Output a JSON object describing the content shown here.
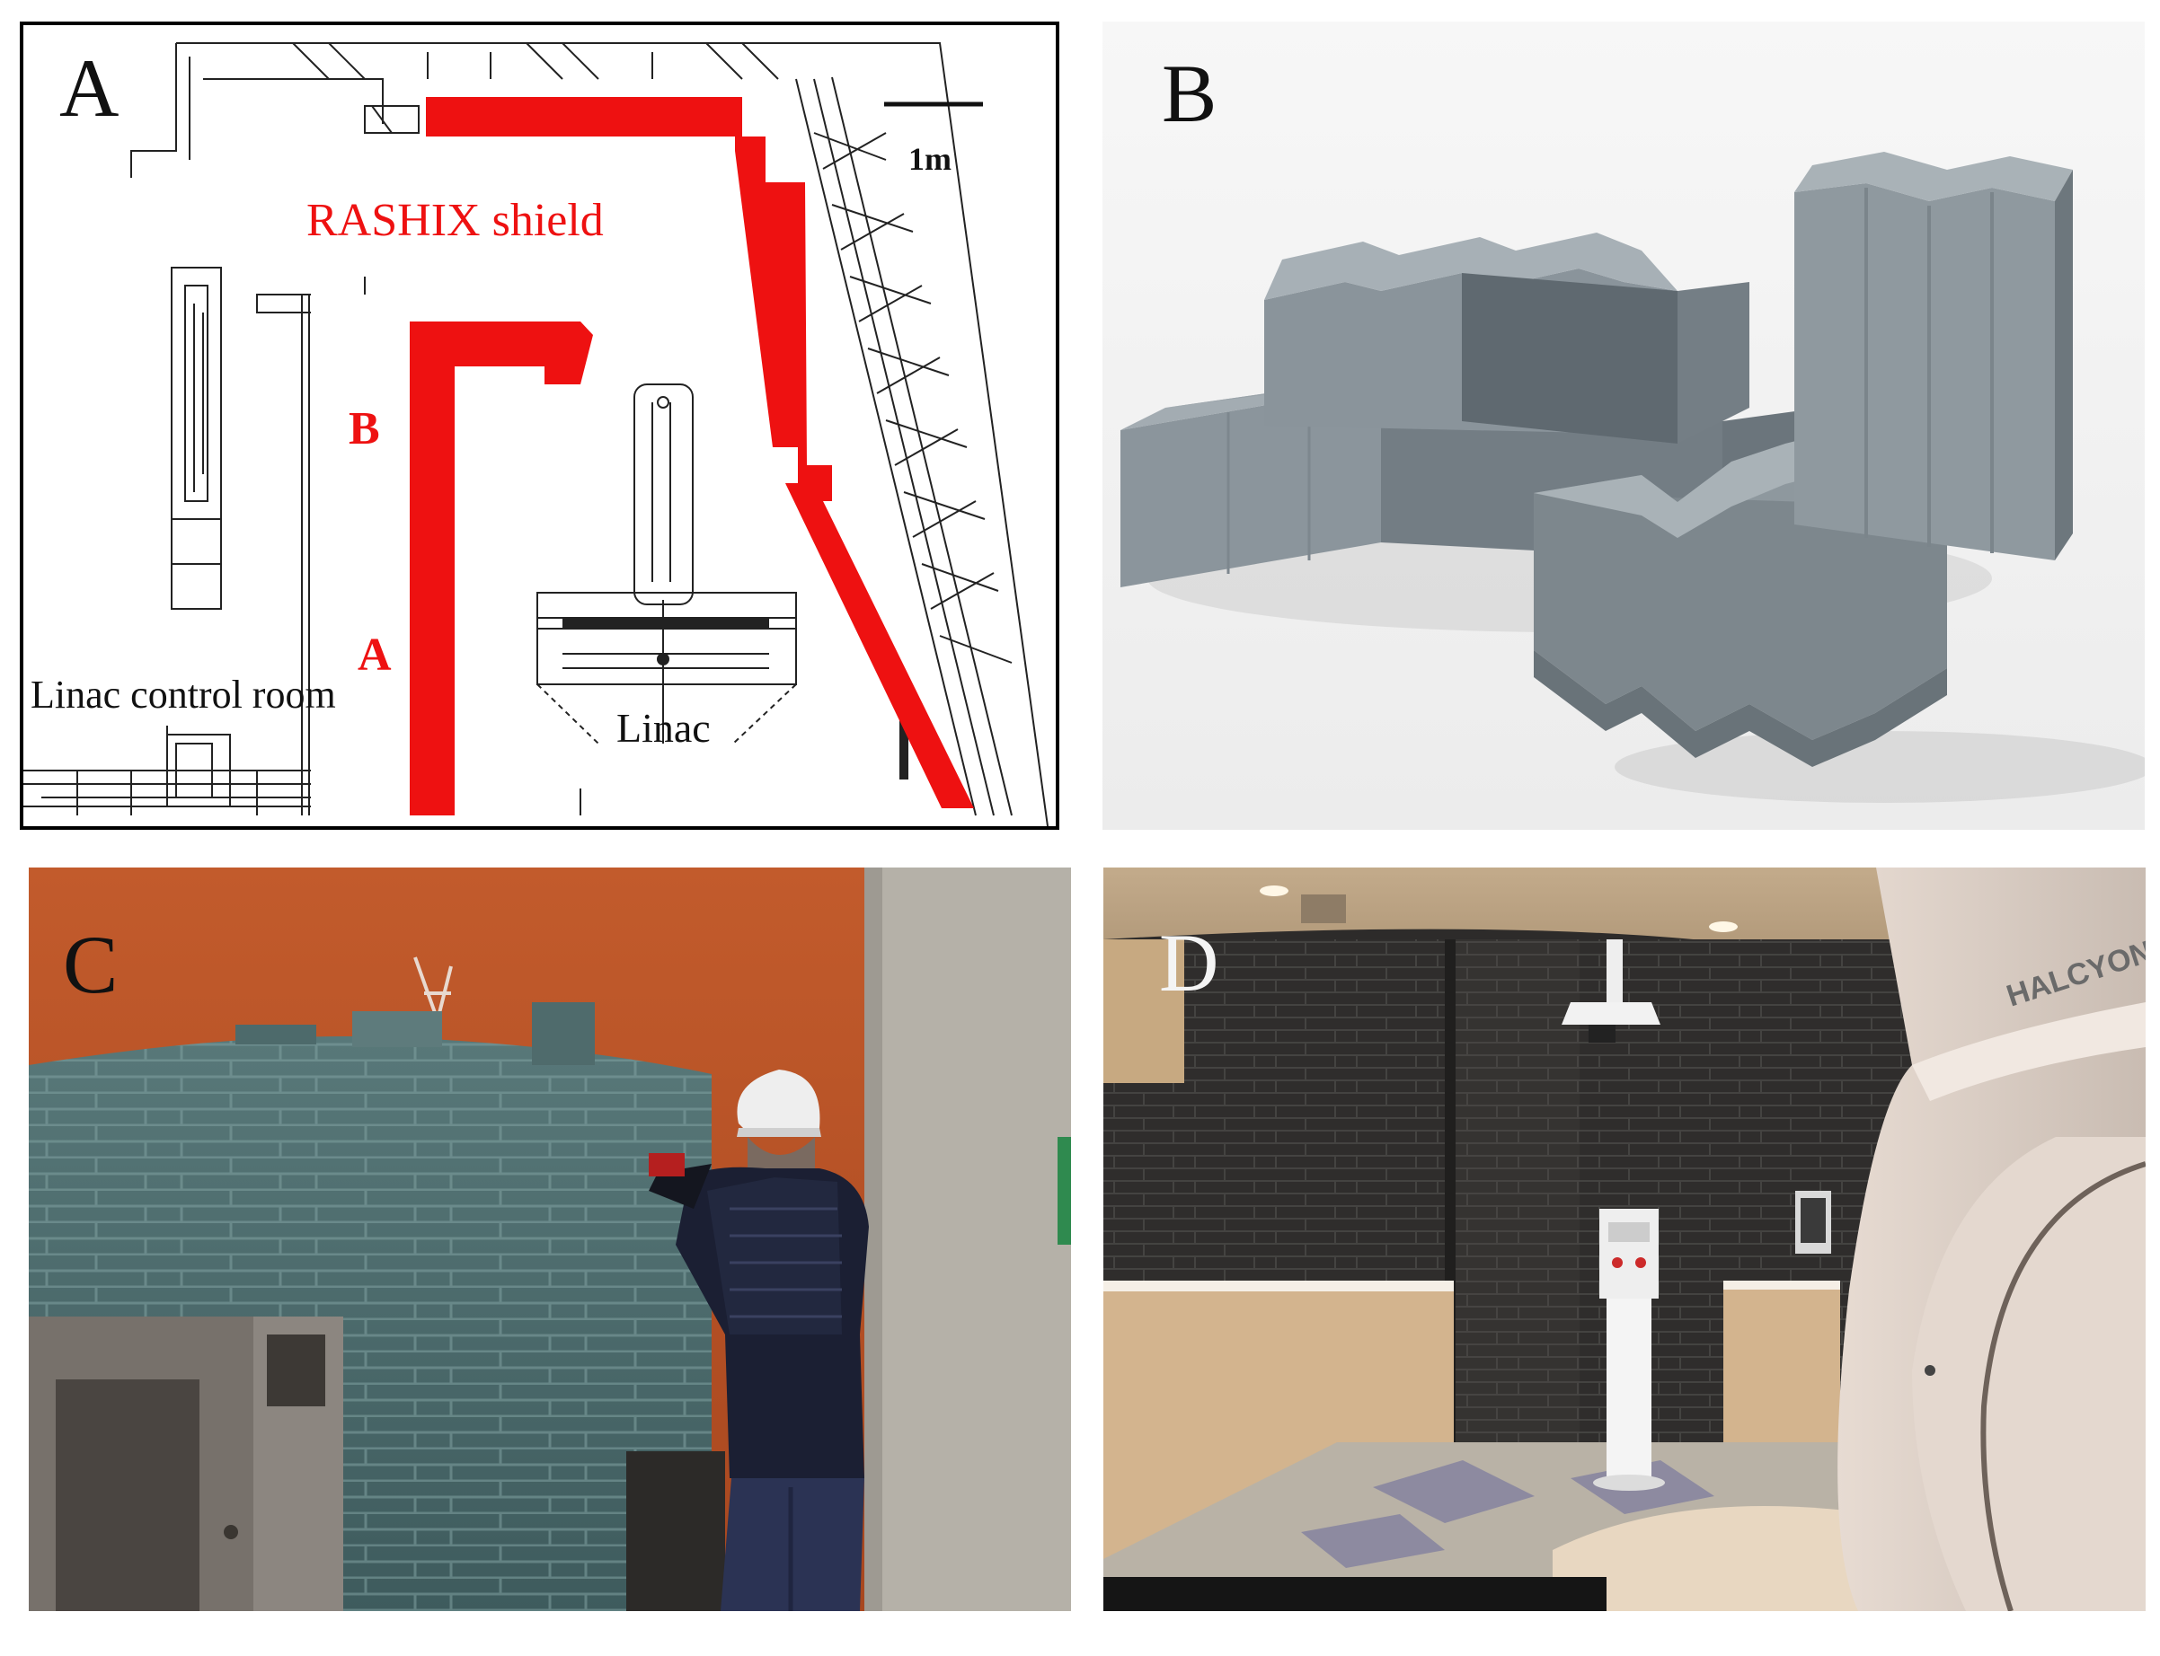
{
  "panels": {
    "a": {
      "letter": "A",
      "scale_label": "1m",
      "shield_label": "RASHIX shield",
      "marker_b": "B",
      "marker_a": "A",
      "control_room_label": "Linac control room",
      "linac_label": "Linac"
    },
    "b": {
      "letter": "B"
    },
    "c": {
      "letter": "C"
    },
    "d": {
      "letter": "D",
      "device_label": "HALCYON"
    }
  },
  "colors": {
    "shield": "#ee1111",
    "line": "#222222",
    "block": "#8a9399",
    "wall_c": "#b9552a",
    "bricks_c": "#4f6f72",
    "wall_d": "#2e2c2b",
    "wood": "#d3b48e"
  }
}
